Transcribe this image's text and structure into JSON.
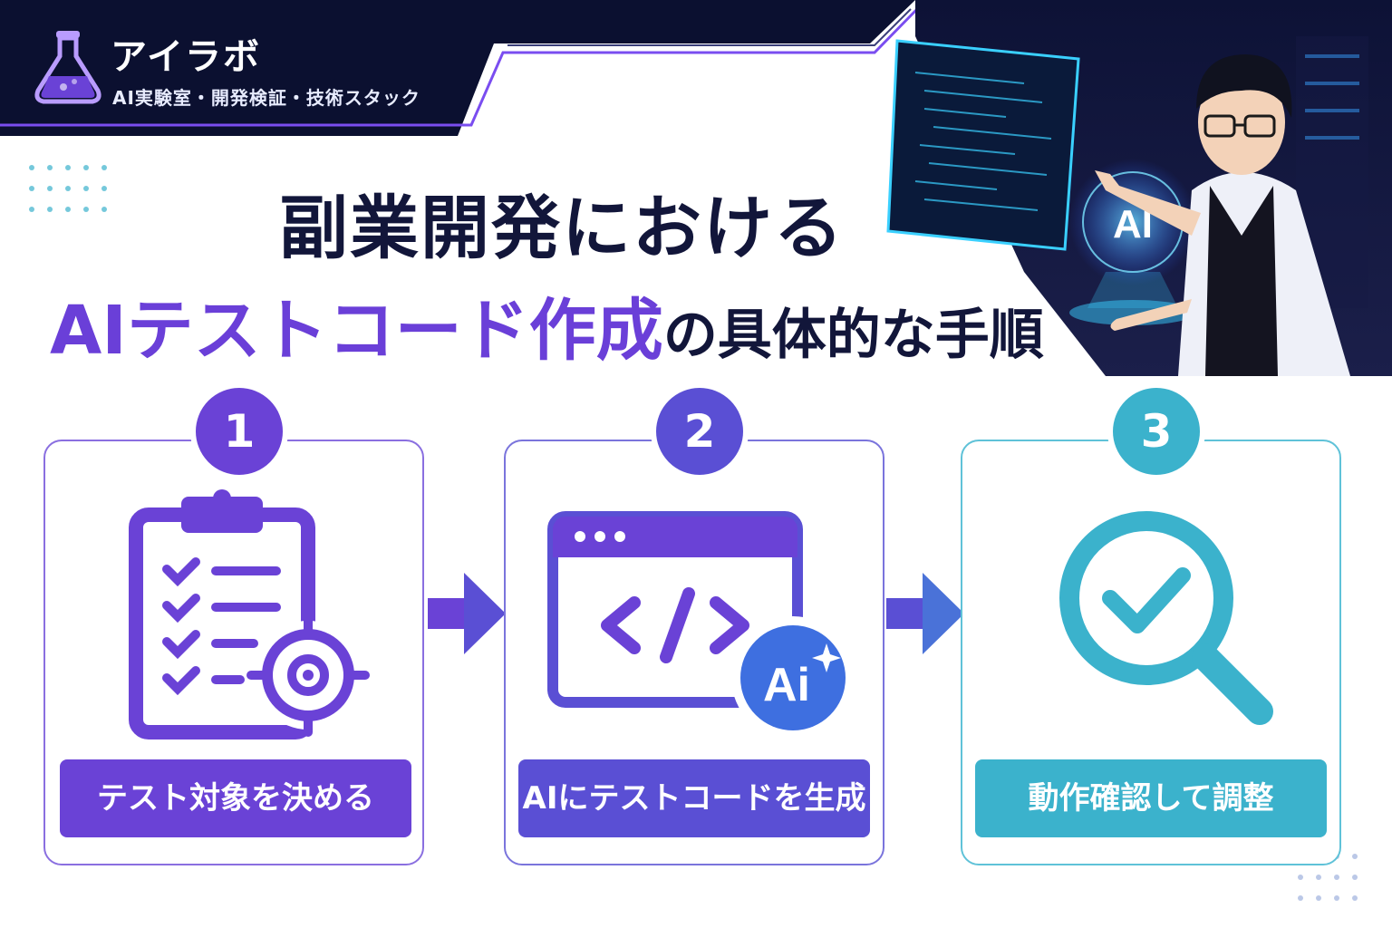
{
  "brand": {
    "name": "アイラボ",
    "tagline": "AI実験室・開発検証・技術スタック"
  },
  "headline": {
    "line1": "副業開発における",
    "line2_accent": "AIテストコード作成",
    "line2_rest": "の具体的な手順"
  },
  "hero": {
    "badge": "AI"
  },
  "steps": [
    {
      "number": "1",
      "label": "テスト対象を決める",
      "icon": "clipboard-target-icon",
      "color": "#6a42d6"
    },
    {
      "number": "2",
      "label": "AIにテストコードを生成",
      "icon": "code-window-ai-icon",
      "color": "#5a4fd4"
    },
    {
      "number": "3",
      "label": "動作確認して調整",
      "icon": "magnifier-check-icon",
      "color": "#3bb2cc"
    }
  ],
  "step2_badge": "Ai",
  "colors": {
    "header_bg": "#0b1030",
    "purple": "#6a42d6",
    "indigo": "#5a4fd4",
    "cyan": "#3bb2cc",
    "headline_text": "#12163a"
  }
}
